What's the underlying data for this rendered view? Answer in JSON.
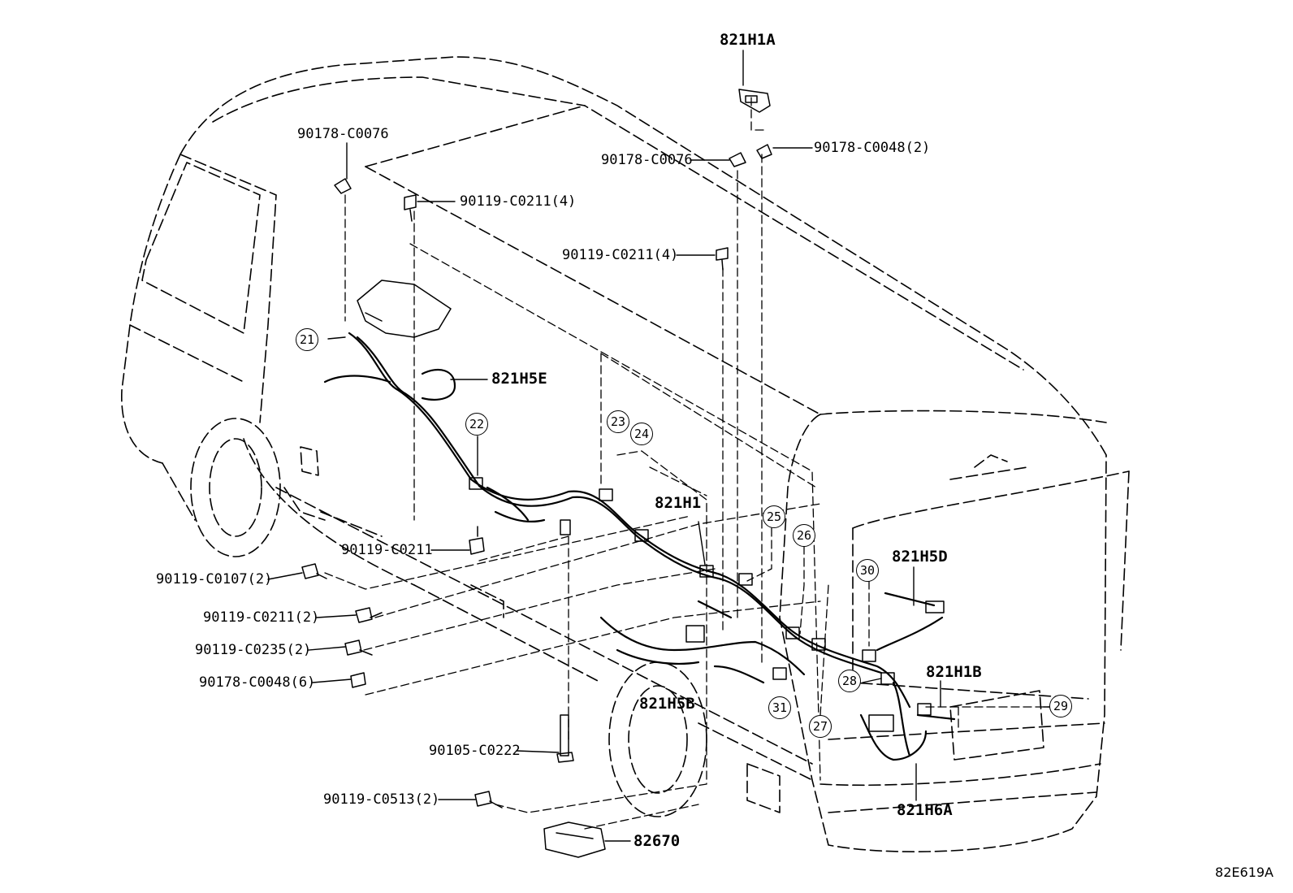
{
  "callouts": {
    "p821H1A": "821H1A",
    "p90178_C0076_top": "90178-C0076",
    "p90178_C0048_2": "90178-C0048(2)",
    "p90178_C0076_left": "90178-C0076",
    "p90119_C0211_4_a": "90119-C0211(4)",
    "p90119_C0211_4_b": "90119-C0211(4)",
    "p821H5E": "821H5E",
    "p821H1": "821H1",
    "p821H5D": "821H5D",
    "p90119_C0211": "90119-C0211",
    "p90119_C0107_2": "90119-C0107(2)",
    "p90119_C0211_2": "90119-C0211(2)",
    "p90119_C0235_2": "90119-C0235(2)",
    "p90178_C0048_6": "90178-C0048(6)",
    "p821H5B": "821H5B",
    "p821H1B": "821H1B",
    "p821H6A": "821H6A",
    "p90105_C0222": "90105-C0222",
    "p90119_C0513_2": "90119-C0513(2)",
    "p82670": "82670"
  },
  "refs": {
    "r21": "21",
    "r22": "22",
    "r23": "23",
    "r24": "24",
    "r25": "25",
    "r26": "26",
    "r27": "27",
    "r28": "28",
    "r29": "29",
    "r30": "30",
    "r31": "31"
  },
  "diagram_code": "82E619A"
}
